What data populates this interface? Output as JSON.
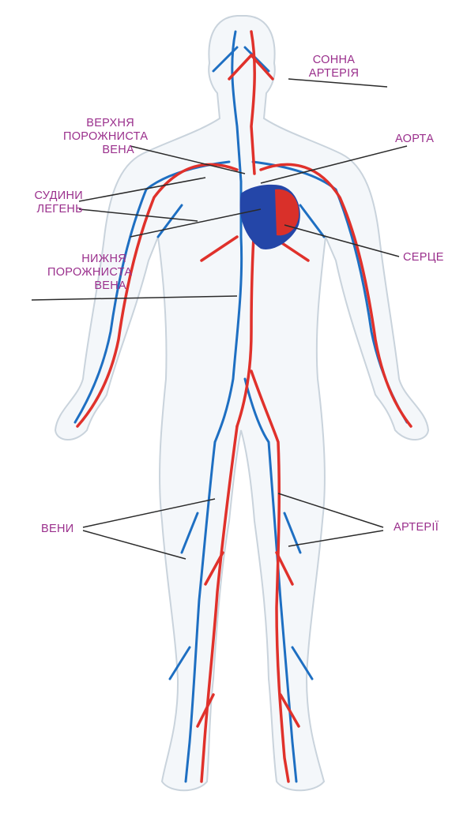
{
  "labels": {
    "carotid_l1": "СОННА",
    "carotid_l2": "АРТЕРІЯ",
    "svc_l1": "ВЕРХНЯ",
    "svc_l2": "ПОРОЖНИСТА",
    "svc_l3": "ВЕНА",
    "aorta": "АОРТА",
    "lungs_l1": "СУДИНИ",
    "lungs_l2": "ЛЕГЕНЬ",
    "heart": "СЕРЦЕ",
    "ivc_l1": "НИЖНЯ",
    "ivc_l2": "ПОРОЖНИСТА",
    "ivc_l3": "ВЕНА",
    "veins": "ВЕНИ",
    "arteries": "АРТЕРІЇ"
  },
  "colors": {
    "label": "#9a2f8c",
    "artery": "#e0312b",
    "vein": "#1e6fc2",
    "heart": "#2446a8",
    "body_outline": "#c9d3dc"
  }
}
